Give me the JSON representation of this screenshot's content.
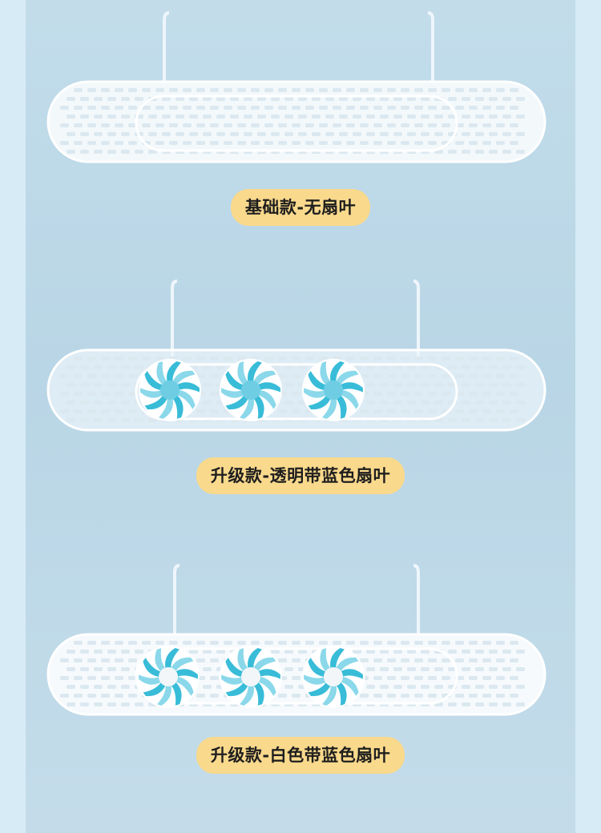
{
  "products": [
    {
      "label": "基础款-无扇叶",
      "fans": 0
    },
    {
      "label": "升级款-透明带蓝色扇叶",
      "fans": 3
    },
    {
      "label": "升级款-白色带蓝色扇叶",
      "fans": 3
    }
  ],
  "colors": {
    "pill": "#f9d98c",
    "background": "#c2dcea",
    "fan_blue": "#38bcd8"
  }
}
